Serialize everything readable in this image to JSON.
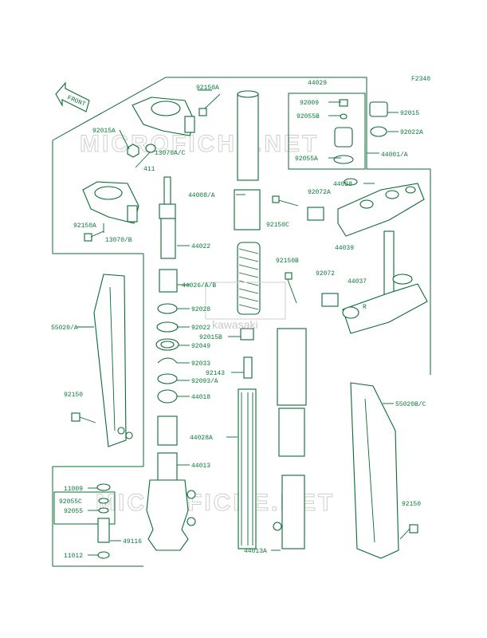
{
  "diagram": {
    "ref_code": "F2340",
    "front_label": "FRONT",
    "watermark": "MICROFICHE.NET",
    "logo_text": "kawasaki",
    "accent_color": "#0a7a3a",
    "labels": [
      {
        "id": "92150A_top",
        "text": "92150A"
      },
      {
        "id": "44029",
        "text": "44029"
      },
      {
        "id": "92009",
        "text": "92009"
      },
      {
        "id": "92055B",
        "text": "92055B"
      },
      {
        "id": "92055A",
        "text": "92055A"
      },
      {
        "id": "92015",
        "text": "92015"
      },
      {
        "id": "92022A",
        "text": "92022A"
      },
      {
        "id": "44001A",
        "text": "44001/A"
      },
      {
        "id": "92015A",
        "text": "92015A"
      },
      {
        "id": "13070AC",
        "text": "13070A/C"
      },
      {
        "id": "411",
        "text": "411"
      },
      {
        "id": "44008A",
        "text": "44008/A"
      },
      {
        "id": "44028",
        "text": "44028"
      },
      {
        "id": "92072A",
        "text": "92072A"
      },
      {
        "id": "92150C",
        "text": "92150C"
      },
      {
        "id": "44039",
        "text": "44039"
      },
      {
        "id": "92150A_mid",
        "text": "92150A"
      },
      {
        "id": "13070B",
        "text": "13070/B"
      },
      {
        "id": "44022",
        "text": "44022"
      },
      {
        "id": "92150B",
        "text": "92150B"
      },
      {
        "id": "92072",
        "text": "92072"
      },
      {
        "id": "44037",
        "text": "44037"
      },
      {
        "id": "44026AB",
        "text": "44026/A/B"
      },
      {
        "id": "R",
        "text": "R"
      },
      {
        "id": "92028",
        "text": "92028"
      },
      {
        "id": "55020A",
        "text": "55020/A"
      },
      {
        "id": "92022",
        "text": "92022"
      },
      {
        "id": "92015B",
        "text": "92015B"
      },
      {
        "id": "92049",
        "text": "92049"
      },
      {
        "id": "92033",
        "text": "92033"
      },
      {
        "id": "92143",
        "text": "92143"
      },
      {
        "id": "92093A",
        "text": "92093/A"
      },
      {
        "id": "44018",
        "text": "44018"
      },
      {
        "id": "92150_left",
        "text": "92150"
      },
      {
        "id": "55020BC",
        "text": "55020B/C"
      },
      {
        "id": "44028A",
        "text": "44028A"
      },
      {
        "id": "44013",
        "text": "44013"
      },
      {
        "id": "11009",
        "text": "11009"
      },
      {
        "id": "92055C",
        "text": "92055C"
      },
      {
        "id": "92055",
        "text": "92055"
      },
      {
        "id": "92150_right",
        "text": "92150"
      },
      {
        "id": "49116",
        "text": "49116"
      },
      {
        "id": "11012",
        "text": "11012"
      },
      {
        "id": "44013A",
        "text": "44013A"
      }
    ]
  }
}
